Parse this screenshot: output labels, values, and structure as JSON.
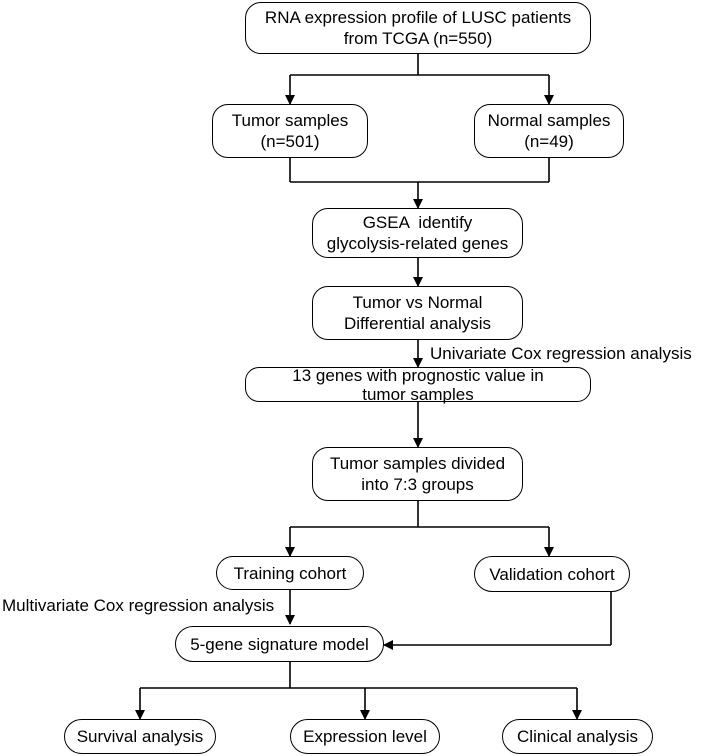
{
  "nodes": {
    "rna_profile": [
      "RNA expression profile of LUSC patients",
      "from TCGA (n=550)"
    ],
    "tumor_samples": [
      "Tumor samples",
      "(n=501)"
    ],
    "normal_samples": [
      "Normal samples",
      "(n=49)"
    ],
    "gsea": [
      "GSEA  identify",
      "glycolysis-related genes"
    ],
    "tumor_vs_normal": [
      "Tumor vs Normal",
      "Differential analysis"
    ],
    "thirteen_genes": [
      "13 genes with prognostic value in",
      "tumor samples"
    ],
    "divided": [
      "Tumor samples divided",
      "into 7:3 groups"
    ],
    "training": [
      "Training cohort"
    ],
    "validation": [
      "Validation cohort"
    ],
    "signature": [
      "5-gene signature model"
    ],
    "survival": [
      "Survival analysis"
    ],
    "expression": [
      "Expression level"
    ],
    "clinical": [
      "Clinical analysis"
    ]
  },
  "edge_labels": {
    "univariate": "Univariate Cox regression analysis",
    "multivariate": "Multivariate Cox regression analysis"
  },
  "colors": {
    "stroke": "#000000",
    "background": "#ffffff"
  }
}
